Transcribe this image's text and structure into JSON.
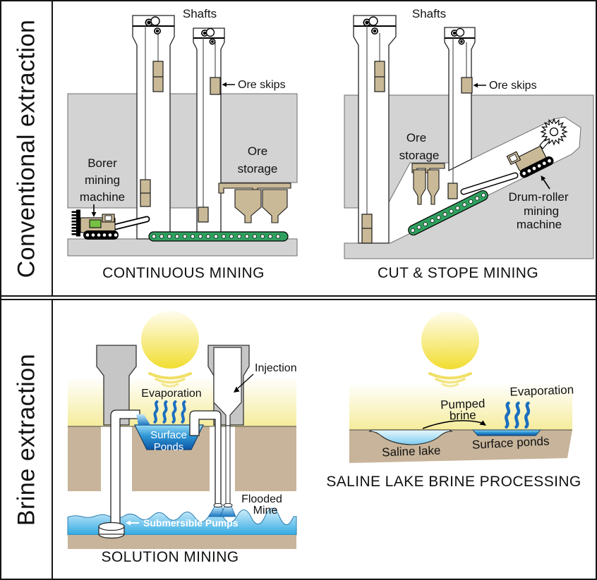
{
  "rows": [
    {
      "label": "Conventional extraction"
    },
    {
      "label": "Brine extraction"
    }
  ],
  "panels": {
    "continuous": {
      "caption": "CONTINUOUS MINING",
      "labels": {
        "shafts": "Shafts",
        "ore_skips": "Ore skips",
        "borer": [
          "Borer",
          "mining",
          "machine"
        ],
        "ore_storage": [
          "Ore",
          "storage"
        ]
      }
    },
    "cut_stope": {
      "caption": "CUT & STOPE MINING",
      "labels": {
        "shafts": "Shafts",
        "ore_skips": "Ore skips",
        "ore_storage": [
          "Ore",
          "storage"
        ],
        "drum_roller": [
          "Drum-roller",
          "mining",
          "machine"
        ]
      }
    },
    "solution": {
      "caption": "SOLUTION MINING",
      "labels": {
        "evaporation": "Evaporation",
        "injection": "Injection",
        "surface_ponds": [
          "Surface",
          "Ponds"
        ],
        "flooded_mine": [
          "Flooded",
          "Mine"
        ],
        "submersible_pumps": "Submersible Pumps"
      }
    },
    "saline": {
      "caption": "SALINE LAKE BRINE PROCESSING",
      "labels": {
        "evaporation": "Evaporation",
        "pumped_brine": [
          "Pumped",
          "brine"
        ],
        "saline_lake": "Saline lake",
        "surface_ponds": "Surface ponds"
      }
    }
  },
  "colors": {
    "rock_gray": "#d3d3d4",
    "concrete_gray": "#c6c6c6",
    "ground_tan": "#c7b49a",
    "skip_tan": "#c9b997",
    "conveyor_green": "#2fa05f",
    "machine_window_green": "#76c043",
    "water_blue": "#2ba7e0",
    "deep_pond_blue": "#0c56a5",
    "steam_blue": "#1b6fc0",
    "sun_yellow": "#f1dd30"
  }
}
